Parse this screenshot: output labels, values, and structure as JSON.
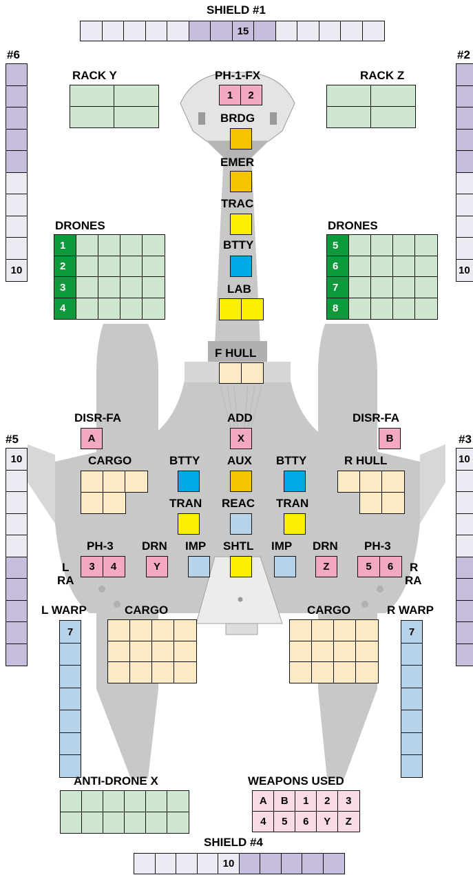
{
  "shields": {
    "s1": {
      "label": "SHIELD #1",
      "value": "15"
    },
    "s2": {
      "label": "#2",
      "value": "10"
    },
    "s3": {
      "label": "#3",
      "value": "10"
    },
    "s4": {
      "label": "SHIELD #4",
      "value": "10"
    },
    "s5": {
      "label": "#5",
      "value": "10"
    },
    "s6": {
      "label": "#6",
      "value": "10"
    }
  },
  "racks": {
    "y": "RACK Y",
    "z": "RACK Z"
  },
  "ph1": {
    "label": "PH-1-FX",
    "b1": "1",
    "b2": "2"
  },
  "spine": {
    "brdg": "BRDG",
    "emer": "EMER",
    "trac": "TRAC",
    "btty": "BTTY",
    "lab": "LAB",
    "fhull": "F HULL"
  },
  "drones_left": {
    "label": "DRONES",
    "rows": [
      "1",
      "2",
      "3",
      "4"
    ]
  },
  "drones_right": {
    "label": "DRONES",
    "rows": [
      "5",
      "6",
      "7",
      "8"
    ]
  },
  "disr_left": {
    "label": "DISR-FA",
    "box": "A"
  },
  "disr_right": {
    "label": "DISR-FA",
    "box": "B"
  },
  "add": {
    "label": "ADD",
    "box": "X"
  },
  "labels": {
    "cargo": "CARGO",
    "btty": "BTTY",
    "aux": "AUX",
    "rhull": "R HULL",
    "tran": "TRAN",
    "reac": "REAC",
    "ph3": "PH-3",
    "drn": "DRN",
    "imp": "IMP",
    "shtl": "SHTL",
    "l": "L",
    "r": "R",
    "ra": "RA",
    "lwarp": "L WARP",
    "rwarp": "R WARP"
  },
  "ph3_left": [
    "3",
    "4"
  ],
  "ph3_right": [
    "5",
    "6"
  ],
  "drn_left": "Y",
  "drn_right": "Z",
  "warp_left_value": "7",
  "warp_right_value": "7",
  "anti_drone": {
    "label": "ANTI-DRONE X"
  },
  "weapons_used": {
    "label": "WEAPONS USED",
    "row1": [
      "A",
      "B",
      "1",
      "2",
      "3"
    ],
    "row2": [
      "4",
      "5",
      "6",
      "Y",
      "Z"
    ]
  },
  "colors": {
    "shield_light": "#eceaf3",
    "shield_dark": "#c7bddc",
    "hull": "#c8c8c8",
    "drone_id": "#0d9a3c"
  }
}
